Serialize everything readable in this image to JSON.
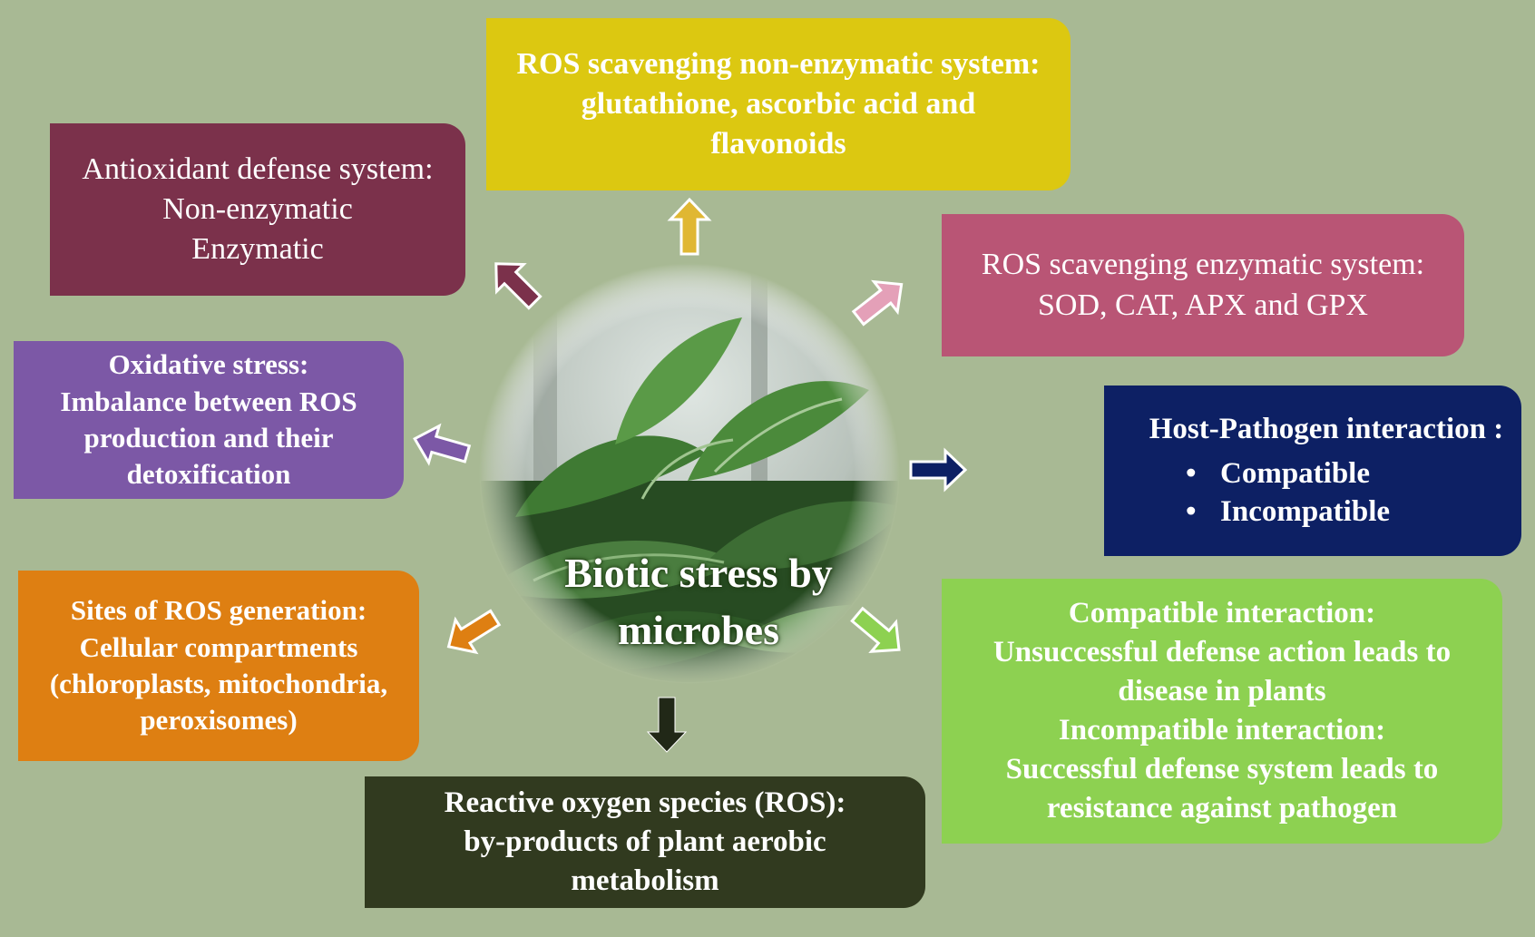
{
  "center": {
    "label_lines": [
      "Biotic stress by",
      "microbes"
    ]
  },
  "boxes": {
    "non_enzymatic_system": {
      "lines": [
        "ROS scavenging non-enzymatic system:",
        "glutathione, ascorbic acid and",
        "flavonoids"
      ],
      "color": "#dcc811"
    },
    "antioxidant_defense": {
      "lines": [
        "Antioxidant defense system:",
        "Non-enzymatic",
        "Enzymatic"
      ],
      "color": "#7b314b"
    },
    "enzymatic_system": {
      "lines": [
        "ROS scavenging enzymatic system:",
        "SOD, CAT, APX and GPX"
      ],
      "color": "#b95575"
    },
    "oxidative_stress": {
      "lines": [
        "Oxidative stress:",
        "Imbalance between ROS",
        "production and their",
        "detoxification"
      ],
      "color": "#7c58a6"
    },
    "host_pathogen": {
      "title": "Host-Pathogen interaction :",
      "items": [
        "Compatible",
        "Incompatible"
      ],
      "bullet": "•",
      "color": "#0d2064"
    },
    "ros_sites": {
      "lines": [
        "Sites of ROS generation:",
        "Cellular compartments",
        "(chloroplasts, mitochondria,",
        "peroxisomes)"
      ],
      "color": "#de7f12"
    },
    "interaction_outcomes": {
      "lines": [
        "Compatible interaction:",
        "Unsuccessful defense action leads to",
        "disease in plants",
        "Incompatible interaction:",
        "Successful defense system leads to",
        "resistance against pathogen"
      ],
      "color": "#8dd151"
    },
    "ros_definition": {
      "lines": [
        "Reactive oxygen species (ROS):",
        "by-products of plant aerobic",
        "metabolism"
      ],
      "color": "#313a1f"
    }
  },
  "arrows": [
    {
      "name": "arrow-to-non-enzymatic-system",
      "color": "#e0b733"
    },
    {
      "name": "arrow-to-antioxidant-defense",
      "color": "#7b314b"
    },
    {
      "name": "arrow-to-enzymatic-system",
      "color": "#e4a0b8"
    },
    {
      "name": "arrow-to-oxidative-stress",
      "color": "#7c58a6"
    },
    {
      "name": "arrow-to-host-pathogen",
      "color": "#0d2064"
    },
    {
      "name": "arrow-to-ros-sites",
      "color": "#de7f12"
    },
    {
      "name": "arrow-to-interaction-outcomes",
      "color": "#8dd151"
    },
    {
      "name": "arrow-to-ros-definition",
      "color": "#212817"
    }
  ]
}
